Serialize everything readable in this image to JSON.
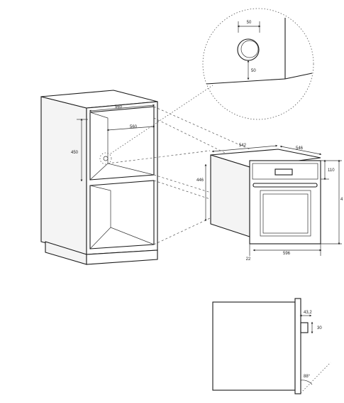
{
  "cabinet": {
    "width_top": "560",
    "width_inner": "560",
    "niche_height": "450"
  },
  "oven": {
    "depth_top": "542",
    "depth_side": "546",
    "body_height": "446",
    "panel_height": "110",
    "total_height": "4",
    "width": "596",
    "front_offset": "22"
  },
  "detail": {
    "socket_width": "50",
    "socket_height": "50"
  },
  "side_view": {
    "door_thickness": "43,2",
    "handle_depth": "30",
    "door_angle": "88°"
  }
}
